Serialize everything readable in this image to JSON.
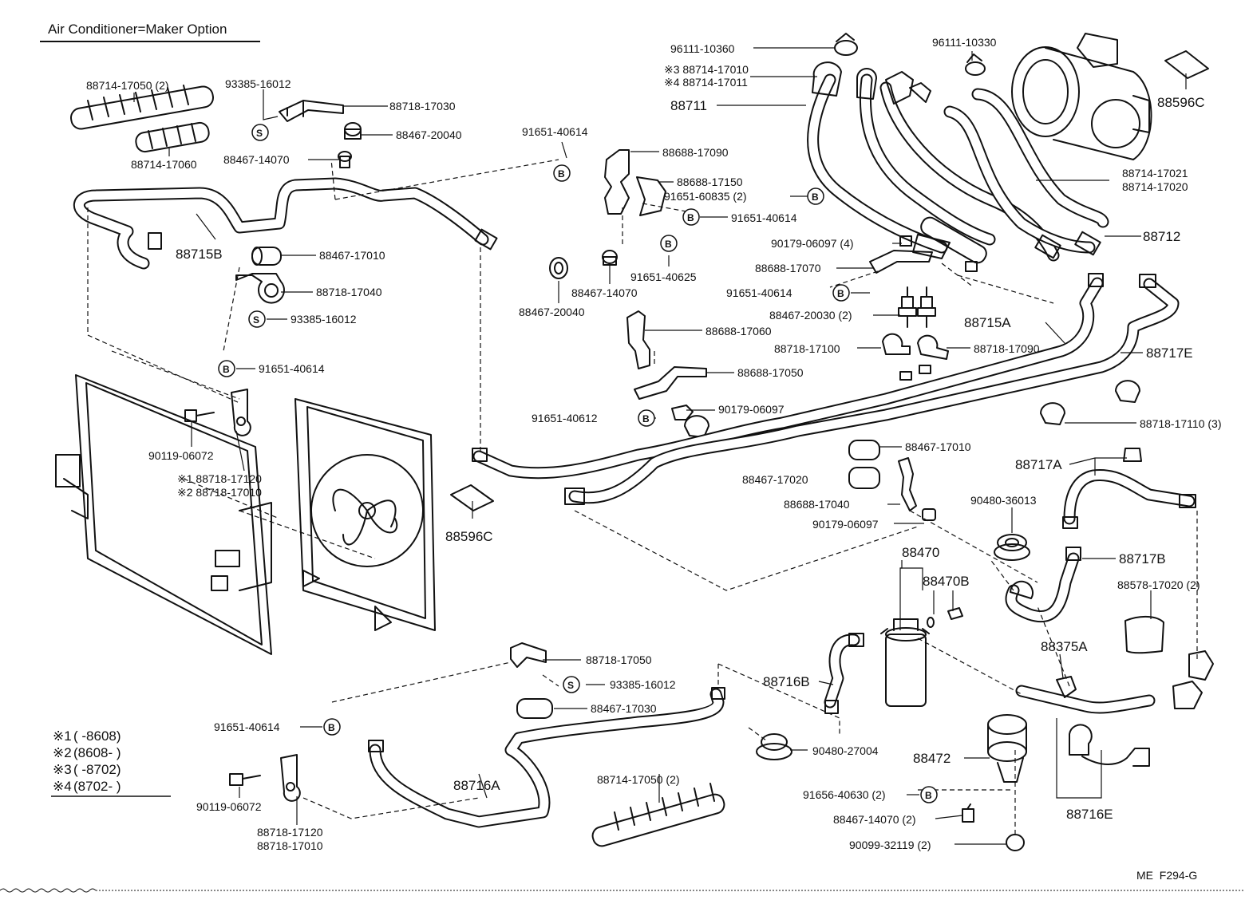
{
  "header": {
    "title": "Air Conditioner=Maker Option"
  },
  "footer": {
    "code": "ME  F294-G"
  },
  "legend": [
    {
      "mark": "※1",
      "range": "(      -8608)"
    },
    {
      "mark": "※2",
      "range": "(8608-       )"
    },
    {
      "mark": "※3",
      "range": "(      -8702)"
    },
    {
      "mark": "※4",
      "range": "(8702-       )"
    }
  ],
  "symbols": {
    "bolt": "B",
    "screw": "S"
  },
  "labels": {
    "l1": "88714-17050 (2)",
    "l2": "93385-16012",
    "l3": "88718-17030",
    "l4": "88467-20040",
    "l5": "88714-17060",
    "l6": "88467-14070",
    "l7": "91651-40614",
    "l8": "88715B",
    "l9": "88467-17010",
    "l10": "88718-17040",
    "l11": "93385-16012",
    "l12": "91651-40614",
    "l13": "90119-06072",
    "l14": "※1 88718-17120",
    "l15": "※2 88718-17010",
    "l16": "88596C",
    "l17": "88688-17090",
    "l18": "88688-17150",
    "l19": "91651-60835 (2)",
    "l20": "91651-40614",
    "l21": "91651-40625",
    "l22": "88467-20040",
    "l23": "88467-14070",
    "l24": "88688-17060",
    "l25": "88688-17050",
    "l26": "90179-06097",
    "l27": "91651-40612",
    "l28": "96111-10360",
    "l29": "※3 88714-17010",
    "l30": "※4 88714-17011",
    "l31": "88711",
    "l32": "96111-10330",
    "l33": "88596C",
    "l34": "88714-17021",
    "l35": "88714-17020",
    "l36": "88712",
    "l37": "90179-06097 (4)",
    "l38": "88688-17070",
    "l39": "91651-40614",
    "l40": "88467-20030 (2)",
    "l41": "88715A",
    "l42": "88717E",
    "l43": "88718-17100",
    "l44": "88718-17090",
    "l45": "88718-17110 (3)",
    "l46": "88467-17010",
    "l47": "88467-17020",
    "l48": "88688-17040",
    "l49": "90179-06097",
    "l50": "88717A",
    "l51": "90480-36013",
    "l52": "88470",
    "l53": "88470B",
    "l54": "88717B",
    "l55": "88578-17020 (2)",
    "l56": "88375A",
    "l57": "88716B",
    "l58": "88716E",
    "l59": "88472",
    "l60": "91656-40630 (2)",
    "l61": "88467-14070 (2)",
    "l62": "90099-32119 (2)",
    "l63": "90480-27004",
    "l64": "88718-17050",
    "l65": "93385-16012",
    "l66": "88467-17030",
    "l67": "91651-40614",
    "l68": "88716A",
    "l69": "88714-17050 (2)",
    "l70": "90119-06072",
    "l71": "88718-17120",
    "l72": "88718-17010"
  }
}
